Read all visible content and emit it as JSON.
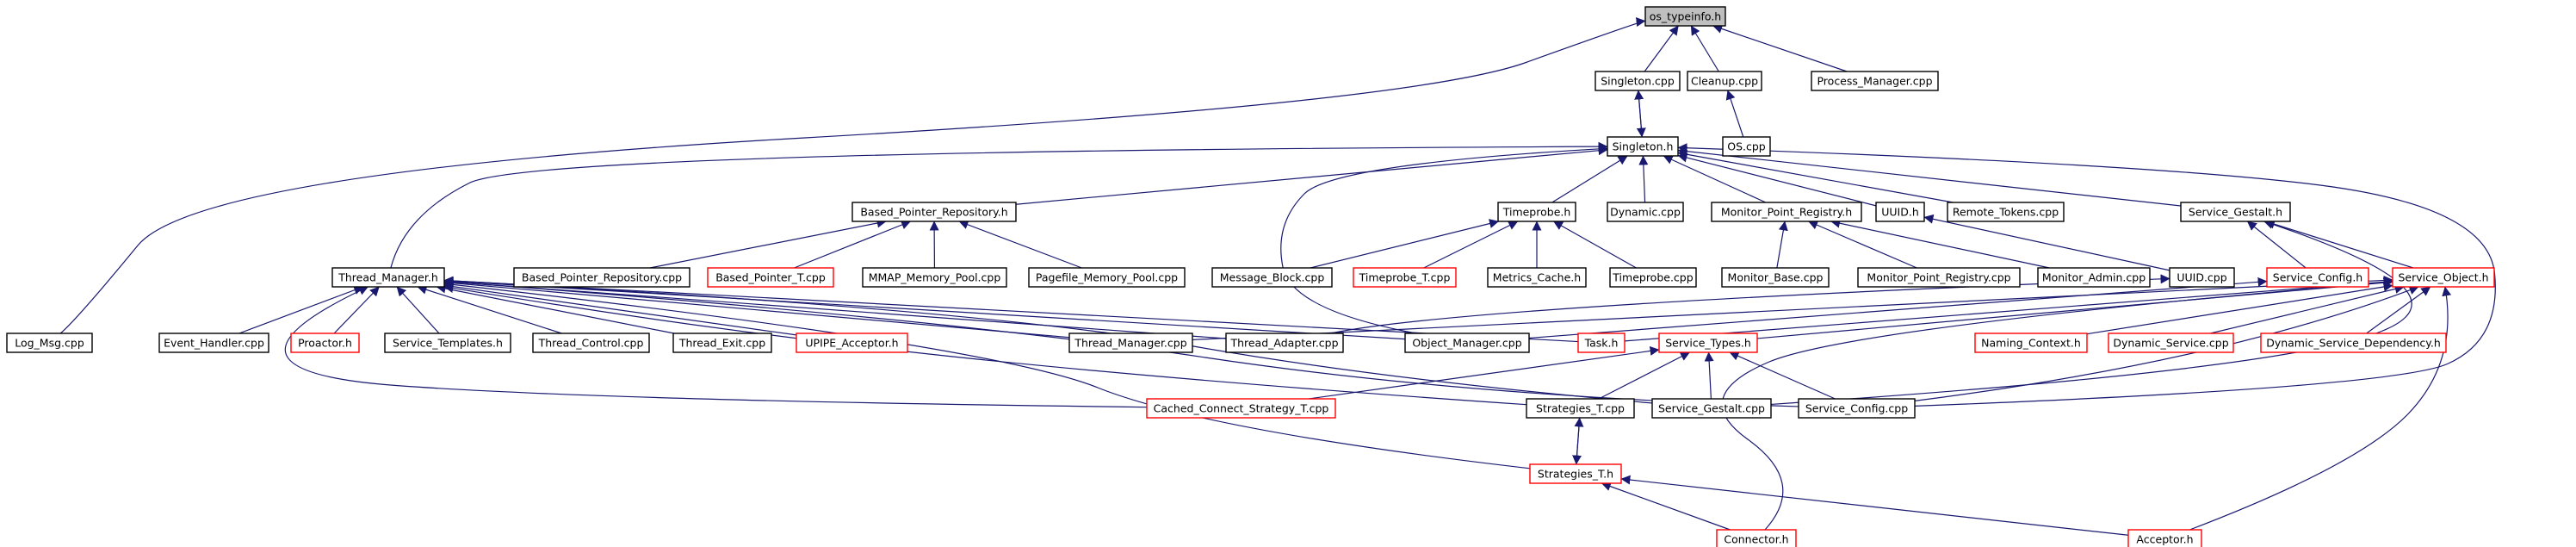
{
  "colors": {
    "edge": "#191970",
    "arrowhead": "#191970",
    "node_border_documented": "#000000",
    "node_border_undocumented": "#ff0000",
    "node_fill": "#ffffff",
    "root_fill": "#bfbfbf"
  },
  "nodes": [
    {
      "id": "os_typeinfo_h",
      "label": "os_typeinfo.h",
      "kind": "root"
    },
    {
      "id": "singleton_cpp",
      "label": "Singleton.cpp",
      "kind": "normal"
    },
    {
      "id": "cleanup_cpp",
      "label": "Cleanup.cpp",
      "kind": "normal"
    },
    {
      "id": "process_manager_cpp",
      "label": "Process_Manager.cpp",
      "kind": "normal"
    },
    {
      "id": "os_cpp",
      "label": "OS.cpp",
      "kind": "normal"
    },
    {
      "id": "singleton_h",
      "label": "Singleton.h",
      "kind": "normal"
    },
    {
      "id": "based_pointer_repository_h",
      "label": "Based_Pointer_Repository.h",
      "kind": "normal"
    },
    {
      "id": "timeprobe_h",
      "label": "Timeprobe.h",
      "kind": "normal"
    },
    {
      "id": "dynamic_cpp",
      "label": "Dynamic.cpp",
      "kind": "normal"
    },
    {
      "id": "monitor_point_registry_h",
      "label": "Monitor_Point_Registry.h",
      "kind": "normal"
    },
    {
      "id": "uuid_h",
      "label": "UUID.h",
      "kind": "normal"
    },
    {
      "id": "remote_tokens_cpp",
      "label": "Remote_Tokens.cpp",
      "kind": "normal"
    },
    {
      "id": "service_gestalt_h",
      "label": "Service_Gestalt.h",
      "kind": "normal"
    },
    {
      "id": "thread_manager_h",
      "label": "Thread_Manager.h",
      "kind": "normal"
    },
    {
      "id": "based_pointer_repository_cpp",
      "label": "Based_Pointer_Repository.cpp",
      "kind": "normal"
    },
    {
      "id": "based_pointer_t_cpp",
      "label": "Based_Pointer_T.cpp",
      "kind": "red"
    },
    {
      "id": "mmap_memory_pool_cpp",
      "label": "MMAP_Memory_Pool.cpp",
      "kind": "normal"
    },
    {
      "id": "pagefile_memory_pool_cpp",
      "label": "Pagefile_Memory_Pool.cpp",
      "kind": "normal"
    },
    {
      "id": "message_block_cpp",
      "label": "Message_Block.cpp",
      "kind": "normal"
    },
    {
      "id": "timeprobe_t_cpp",
      "label": "Timeprobe_T.cpp",
      "kind": "red"
    },
    {
      "id": "metrics_cache_h",
      "label": "Metrics_Cache.h",
      "kind": "normal"
    },
    {
      "id": "timeprobe_cpp",
      "label": "Timeprobe.cpp",
      "kind": "normal"
    },
    {
      "id": "monitor_base_cpp",
      "label": "Monitor_Base.cpp",
      "kind": "normal"
    },
    {
      "id": "monitor_point_registry_cpp",
      "label": "Monitor_Point_Registry.cpp",
      "kind": "normal"
    },
    {
      "id": "monitor_admin_cpp",
      "label": "Monitor_Admin.cpp",
      "kind": "normal"
    },
    {
      "id": "uuid_cpp",
      "label": "UUID.cpp",
      "kind": "normal"
    },
    {
      "id": "service_config_h",
      "label": "Service_Config.h",
      "kind": "red"
    },
    {
      "id": "service_object_h",
      "label": "Service_Object.h",
      "kind": "red"
    },
    {
      "id": "log_msg_cpp",
      "label": "Log_Msg.cpp",
      "kind": "normal"
    },
    {
      "id": "event_handler_cpp",
      "label": "Event_Handler.cpp",
      "kind": "normal"
    },
    {
      "id": "proactor_h",
      "label": "Proactor.h",
      "kind": "red"
    },
    {
      "id": "service_templates_h",
      "label": "Service_Templates.h",
      "kind": "normal"
    },
    {
      "id": "thread_control_cpp",
      "label": "Thread_Control.cpp",
      "kind": "normal"
    },
    {
      "id": "thread_exit_cpp",
      "label": "Thread_Exit.cpp",
      "kind": "normal"
    },
    {
      "id": "upipe_acceptor_h",
      "label": "UPIPE_Acceptor.h",
      "kind": "red"
    },
    {
      "id": "thread_manager_cpp",
      "label": "Thread_Manager.cpp",
      "kind": "normal"
    },
    {
      "id": "thread_adapter_cpp",
      "label": "Thread_Adapter.cpp",
      "kind": "normal"
    },
    {
      "id": "object_manager_cpp",
      "label": "Object_Manager.cpp",
      "kind": "normal"
    },
    {
      "id": "task_h",
      "label": "Task.h",
      "kind": "red"
    },
    {
      "id": "service_types_h",
      "label": "Service_Types.h",
      "kind": "red"
    },
    {
      "id": "naming_context_h",
      "label": "Naming_Context.h",
      "kind": "red"
    },
    {
      "id": "dynamic_service_cpp",
      "label": "Dynamic_Service.cpp",
      "kind": "red"
    },
    {
      "id": "dynamic_service_dependency_h",
      "label": "Dynamic_Service_Dependency.h",
      "kind": "red"
    },
    {
      "id": "cached_connect_strategy_t_cpp",
      "label": "Cached_Connect_Strategy_T.cpp",
      "kind": "red"
    },
    {
      "id": "strategies_t_cpp",
      "label": "Strategies_T.cpp",
      "kind": "normal"
    },
    {
      "id": "service_gestalt_cpp",
      "label": "Service_Gestalt.cpp",
      "kind": "normal"
    },
    {
      "id": "service_config_cpp",
      "label": "Service_Config.cpp",
      "kind": "normal"
    },
    {
      "id": "strategies_t_h",
      "label": "Strategies_T.h",
      "kind": "red"
    },
    {
      "id": "connector_h",
      "label": "Connector.h",
      "kind": "red"
    },
    {
      "id": "acceptor_h",
      "label": "Acceptor.h",
      "kind": "red"
    }
  ]
}
